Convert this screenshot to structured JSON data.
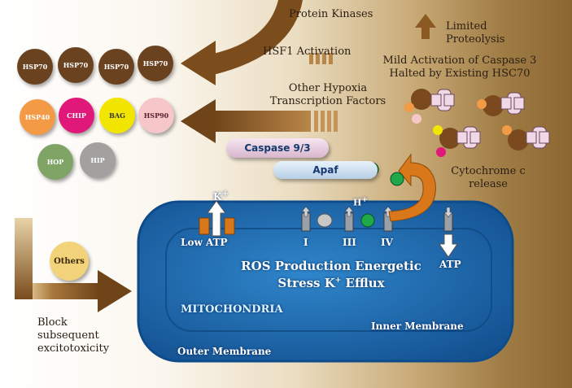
{
  "labels": {
    "protein_kinases": "Protein Kinases",
    "hsf1_activation": "HSF1 Activation",
    "other_hypoxia": [
      "Other Hypoxia",
      "Transcription Factors"
    ],
    "limited_proteolysis": [
      "Limited",
      "Proteolysis"
    ],
    "mild_activation": [
      "Mild Activation of Caspase 3",
      "Halted by Existing HSC70"
    ],
    "cytochrome": [
      "Cytochrome c",
      "release"
    ],
    "block": [
      "Block",
      "subsequent",
      "excitotoxicity"
    ]
  },
  "proteins": {
    "hsp70": [
      "HSP70",
      "HSP70",
      "HSP70",
      "HSP70"
    ],
    "row2": [
      {
        "name": "HSP40",
        "color": "#f29a45"
      },
      {
        "name": "CHIP",
        "color": "#e0187a"
      },
      {
        "name": "BAG",
        "color": "#f2e600"
      },
      {
        "name": "HSP90",
        "color": "#f6c6c9"
      }
    ],
    "row3": [
      {
        "name": "HOP",
        "color": "#7fa466"
      },
      {
        "name": "HIP",
        "color": "#a3a1a0"
      }
    ],
    "others": "Others"
  },
  "pills": {
    "caspase": "Caspase 9/3",
    "apaf": "Apaf"
  },
  "mito": {
    "k_plus": "K+",
    "h_plus": "H+",
    "low_atp": "Low ATP",
    "complex_i": "I",
    "complex_iii": "III",
    "complex_iv": "IV",
    "atp": "ATP",
    "ros": [
      "ROS Production Energetic",
      "Stress K+ Efflux"
    ],
    "mitochondria": "MITOCHONDRIA",
    "inner_membrane": "Inner Membrane",
    "outer_membrane": "Outer Membrane"
  },
  "colors": {
    "hsp70": "#6b4220",
    "arrow_brown": "#8a5a22",
    "mito_blue": "#1d69b0",
    "orange_arrow": "#d9781a"
  }
}
